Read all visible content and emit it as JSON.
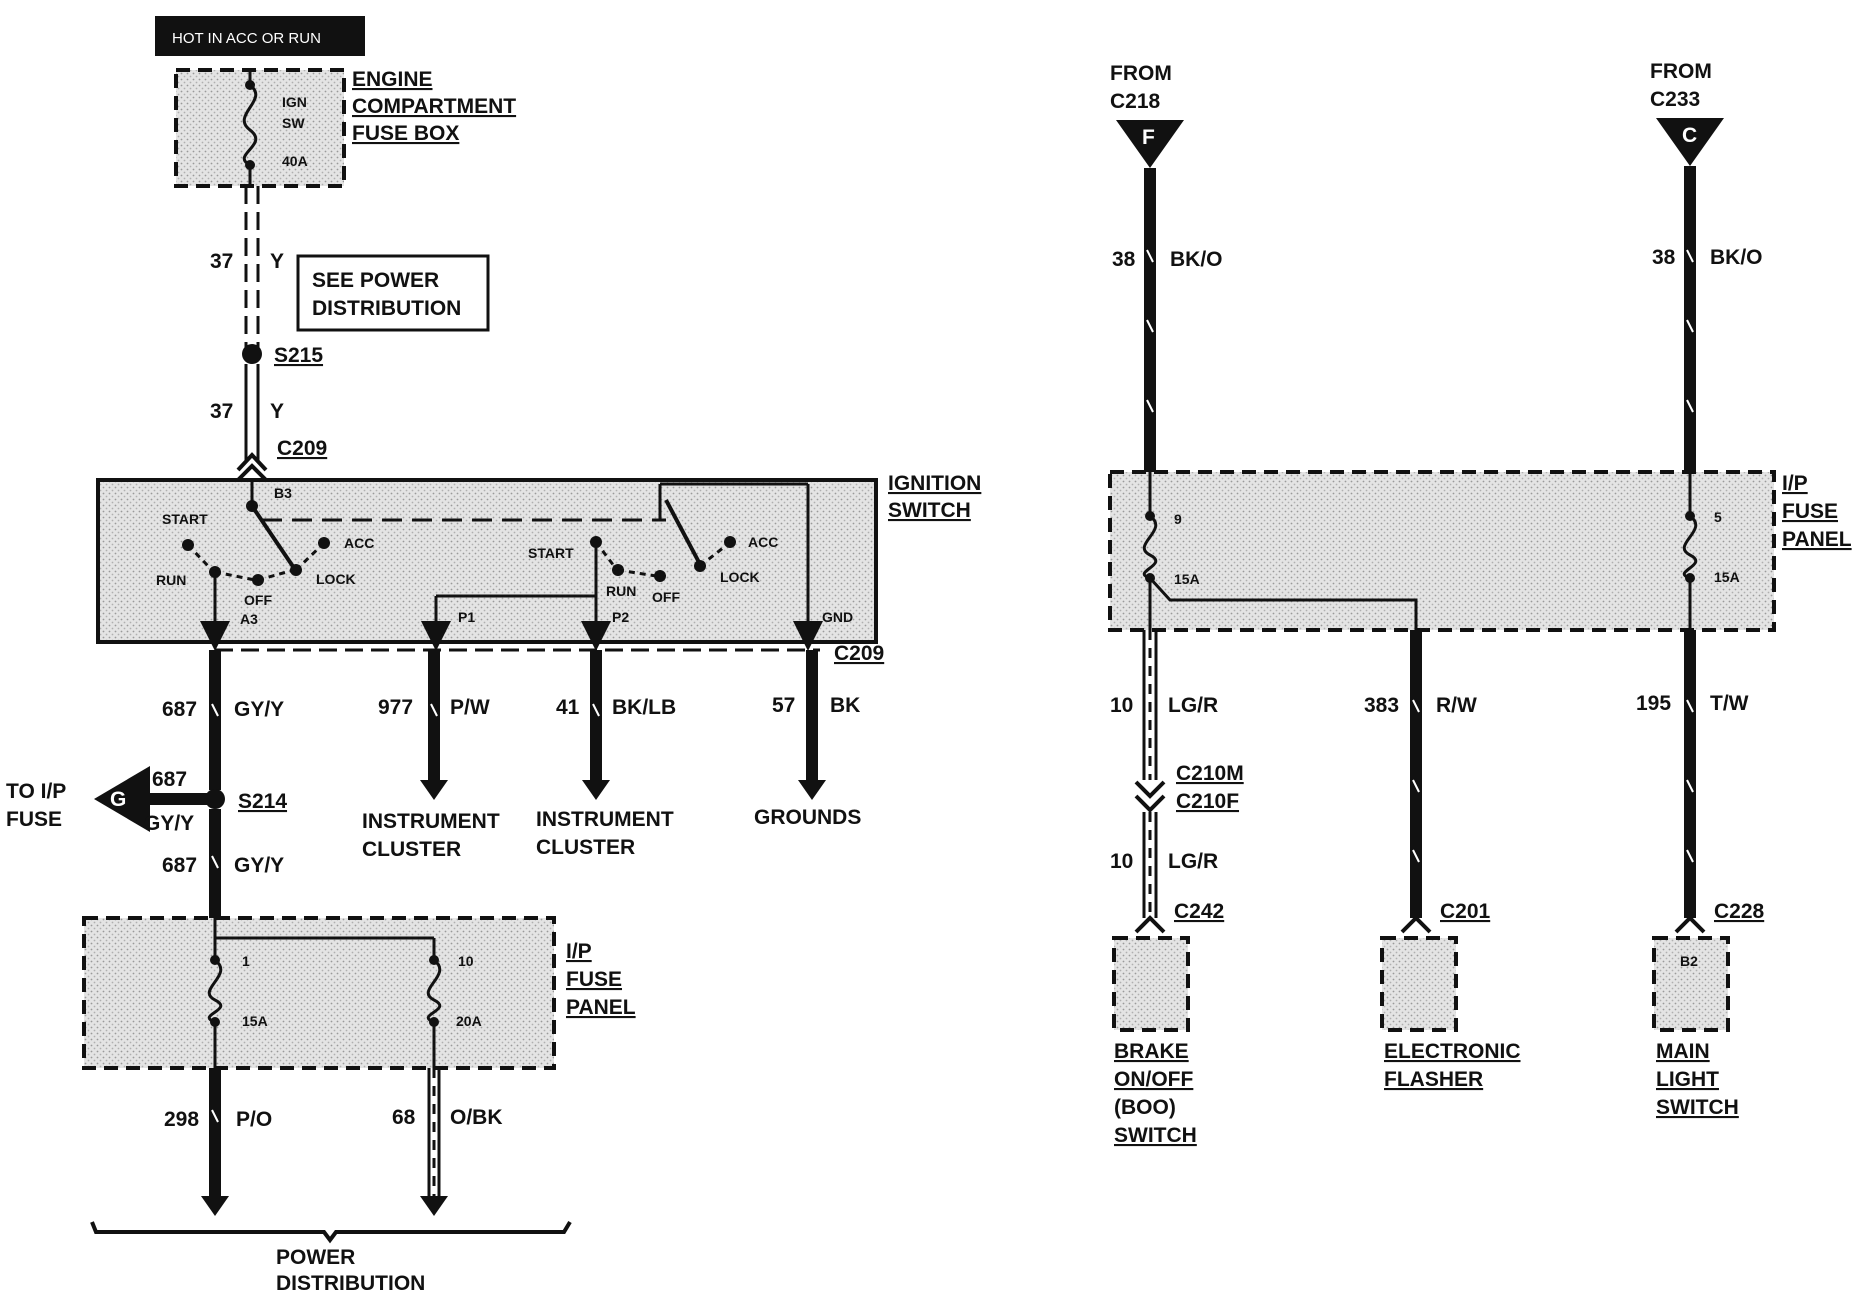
{
  "left": {
    "hot_label": "HOT IN ACC OR RUN",
    "engine_fuse_box": {
      "title_lines": [
        "ENGINE",
        "COMPARTMENT",
        "FUSE BOX"
      ],
      "fuse_name_lines": [
        "IGN",
        "SW"
      ],
      "fuse_rating": "40A"
    },
    "wire_37_a": {
      "circuit": "37",
      "color": "Y"
    },
    "see_power_lines": [
      "SEE POWER",
      "DISTRIBUTION"
    ],
    "splice_s215": "S215",
    "wire_37_b": {
      "circuit": "37",
      "color": "Y"
    },
    "conn_c209_top": "C209",
    "ignition_switch": {
      "title_lines": [
        "IGNITION",
        "SWITCH"
      ],
      "pin_b3": "B3",
      "pos_start_1": "START",
      "pos_acc_1": "ACC",
      "pos_run_1": "RUN",
      "pos_off_1": "OFF",
      "pos_lock_1": "LOCK",
      "pin_a3": "A3",
      "pos_start_2": "START",
      "pos_acc_2": "ACC",
      "pos_run_2": "RUN",
      "pos_off_2": "OFF",
      "pos_lock_2": "LOCK",
      "pin_p1": "P1",
      "pin_p2": "P2",
      "pin_gnd": "GND"
    },
    "conn_c209_bottom": "C209",
    "wire_687_a": {
      "circuit": "687",
      "color": "GY/Y"
    },
    "wire_977": {
      "circuit": "977",
      "color": "P/W"
    },
    "wire_41": {
      "circuit": "41",
      "color": "BK/LB"
    },
    "wire_57": {
      "circuit": "57",
      "color": "BK"
    },
    "to_ip_fuse_lines": [
      "TO I/P",
      "FUSE"
    ],
    "to_ip_connector": "G",
    "branch_687": {
      "circuit": "687",
      "color": "GY/Y"
    },
    "splice_s214": "S214",
    "wire_687_b": {
      "circuit": "687",
      "color": "GY/Y"
    },
    "instrument_cluster_1_lines": [
      "INSTRUMENT",
      "CLUSTER"
    ],
    "instrument_cluster_2_lines": [
      "INSTRUMENT",
      "CLUSTER"
    ],
    "grounds": "GROUNDS",
    "ip_fuse_panel": {
      "title_lines": [
        "I/P",
        "FUSE",
        "PANEL"
      ],
      "fuse_1_num": "1",
      "fuse_1_rating": "15A",
      "fuse_10_num": "10",
      "fuse_10_rating": "20A"
    },
    "wire_298": {
      "circuit": "298",
      "color": "P/O"
    },
    "wire_68": {
      "circuit": "68",
      "color": "O/BK"
    },
    "power_distribution_lines": [
      "POWER",
      "DISTRIBUTION"
    ]
  },
  "right": {
    "from_c218_lines": [
      "FROM",
      "C218"
    ],
    "conn_f": "F",
    "from_c233_lines": [
      "FROM",
      "C233"
    ],
    "conn_c": "C",
    "wire_38_a": {
      "circuit": "38",
      "color": "BK/O"
    },
    "wire_38_b": {
      "circuit": "38",
      "color": "BK/O"
    },
    "ip_fuse_panel": {
      "title_lines": [
        "I/P",
        "FUSE",
        "PANEL"
      ],
      "fuse_9_num": "9",
      "fuse_9_rating": "15A",
      "fuse_5_num": "5",
      "fuse_5_rating": "15A"
    },
    "wire_10_a": {
      "circuit": "10",
      "color": "LG/R"
    },
    "wire_383": {
      "circuit": "383",
      "color": "R/W"
    },
    "wire_195": {
      "circuit": "195",
      "color": "T/W"
    },
    "conn_c210m": "C210M",
    "conn_c210f": "C210F",
    "wire_10_b": {
      "circuit": "10",
      "color": "LG/R"
    },
    "conn_c242": "C242",
    "conn_c201": "C201",
    "conn_c228": "C228",
    "main_light_pin": "B2",
    "boo_switch_lines": [
      "BRAKE",
      "ON/OFF",
      "(BOO)",
      "SWITCH"
    ],
    "flasher_lines": [
      "ELECTRONIC",
      "FLASHER"
    ],
    "main_light_lines": [
      "MAIN",
      "LIGHT",
      "SWITCH"
    ]
  }
}
